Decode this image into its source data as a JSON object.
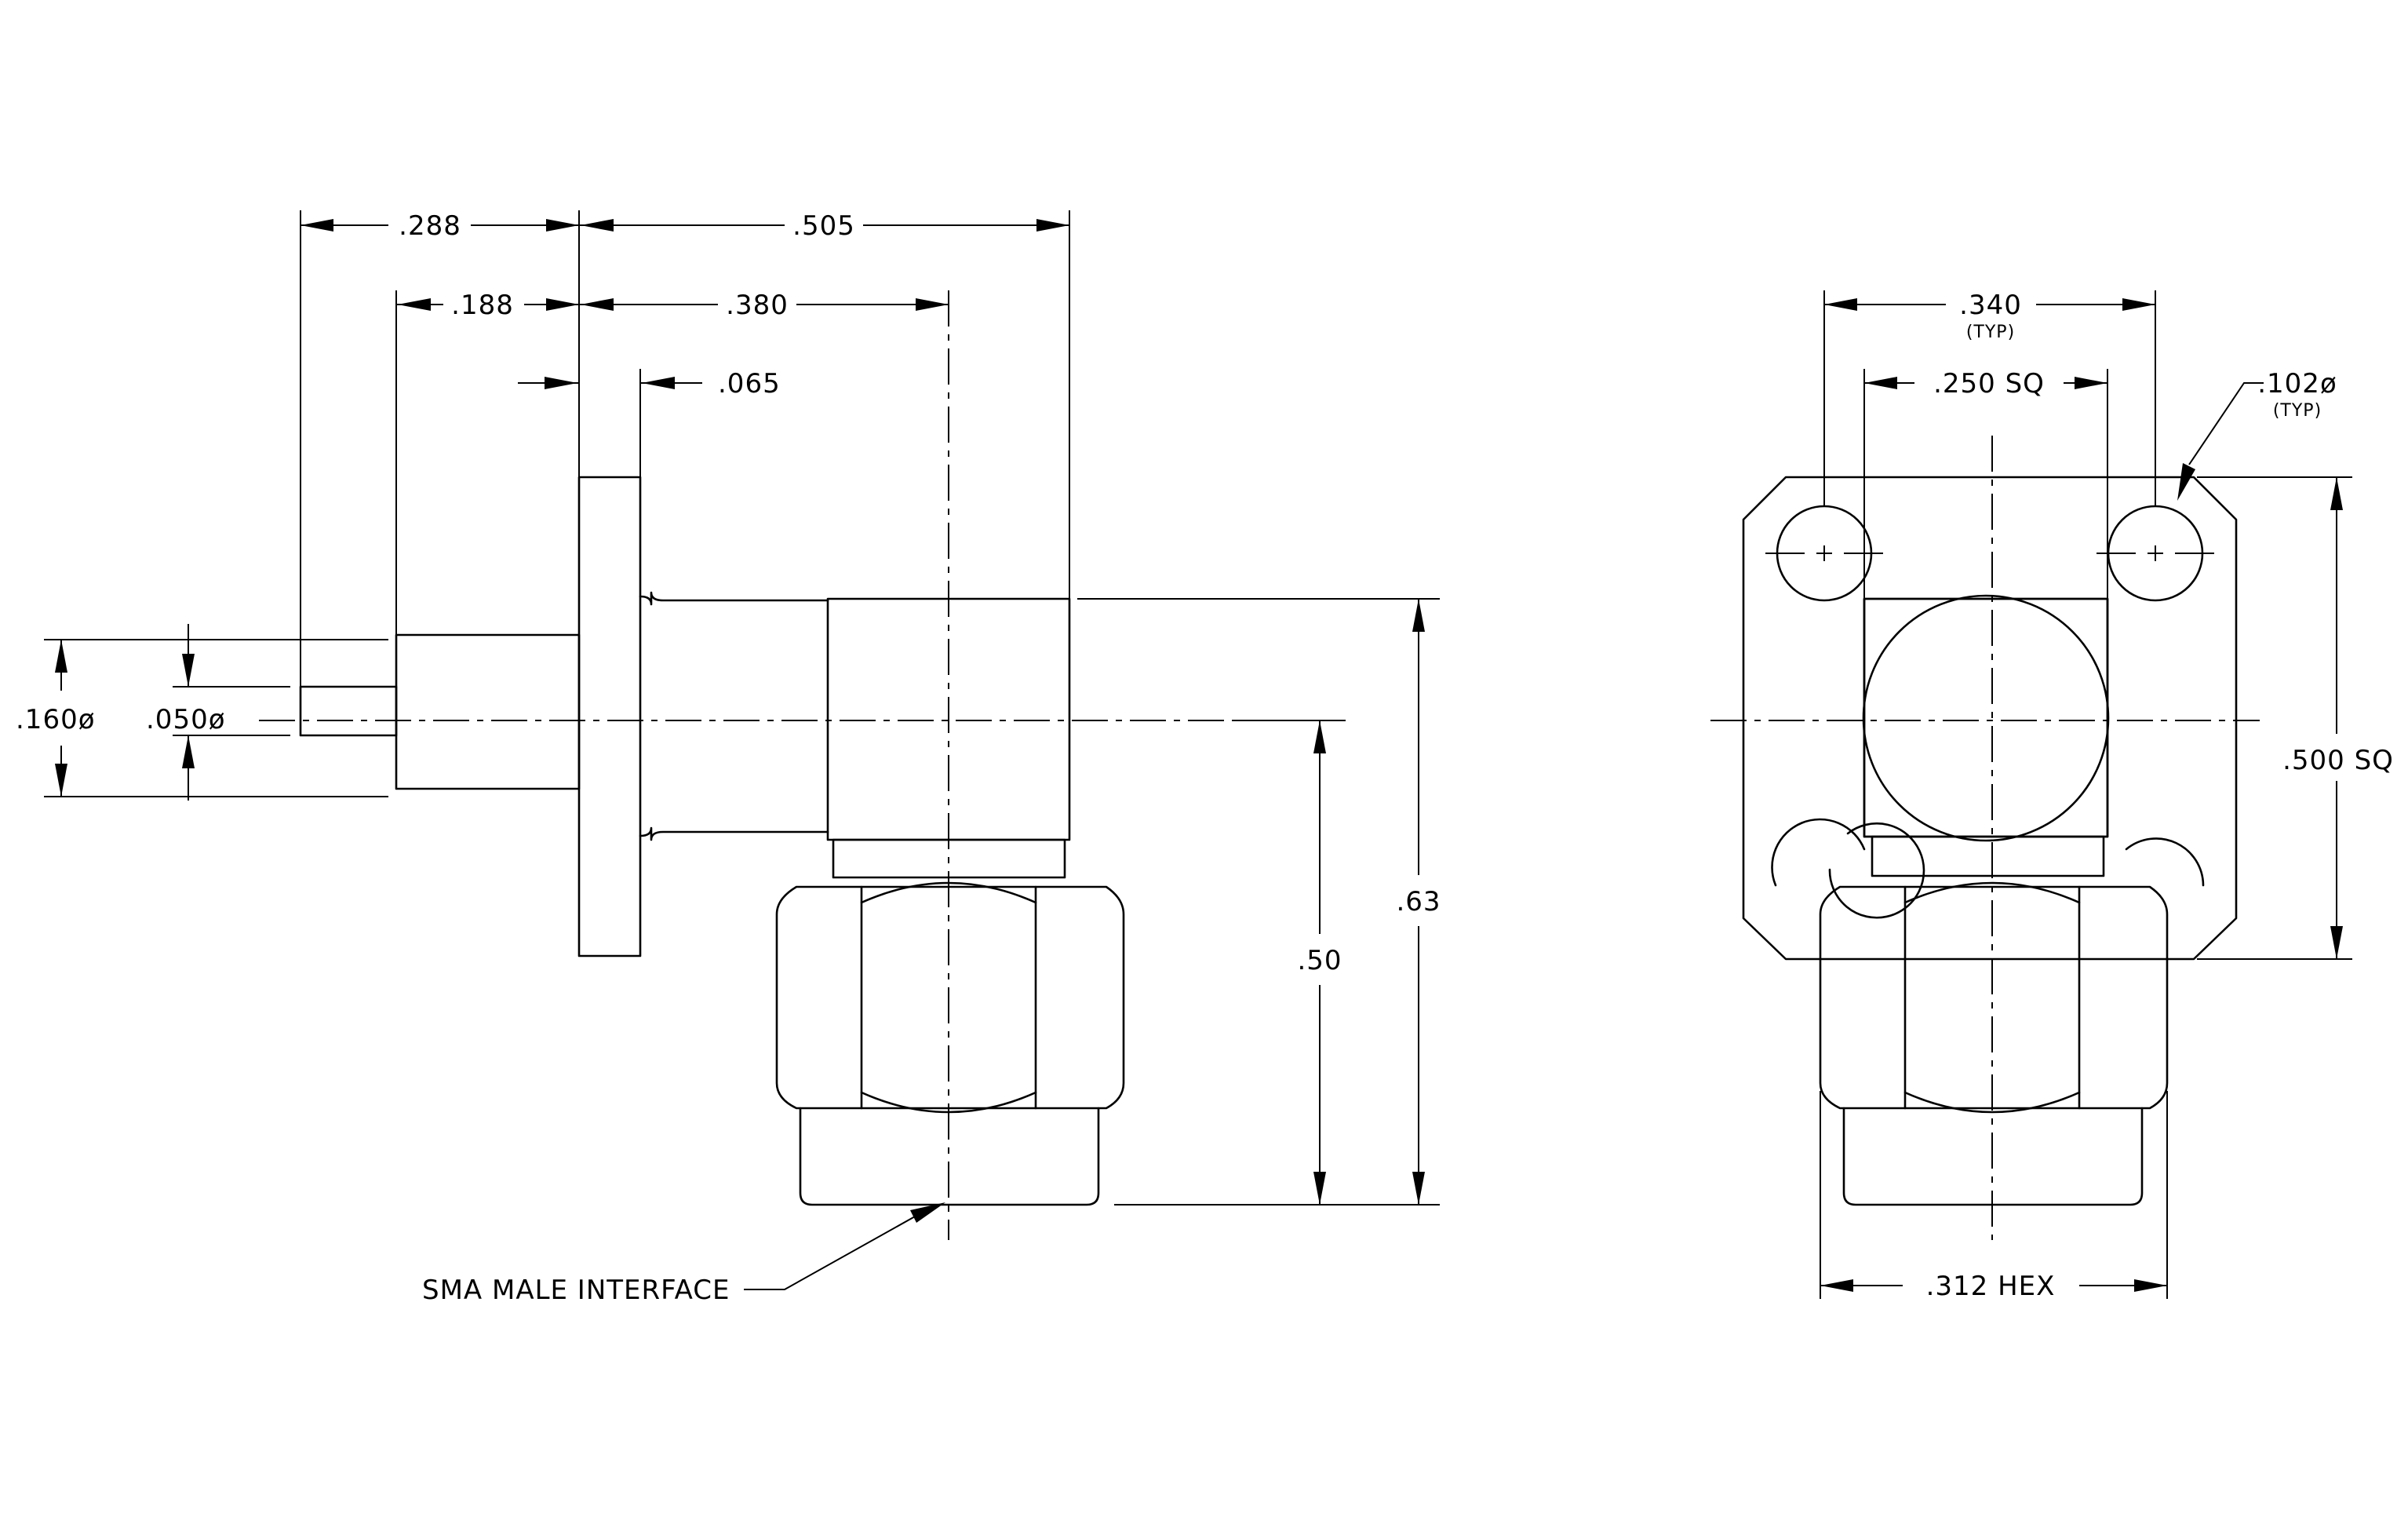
{
  "side_view": {
    "dim_288": ".288",
    "dim_505": ".505",
    "dim_188": ".188",
    "dim_380": ".380",
    "dim_065": ".065",
    "dim_160": ".160ø",
    "dim_050": ".050ø",
    "dim_50": ".50",
    "dim_63": ".63",
    "callout": "SMA MALE INTERFACE"
  },
  "end_view": {
    "dim_340": ".340",
    "dim_340_note": "(TYP)",
    "dim_250": ".250 SQ",
    "dim_102": ".102ø",
    "dim_102_note": "(TYP)",
    "dim_500": ".500 SQ",
    "dim_312": ".312 HEX"
  }
}
